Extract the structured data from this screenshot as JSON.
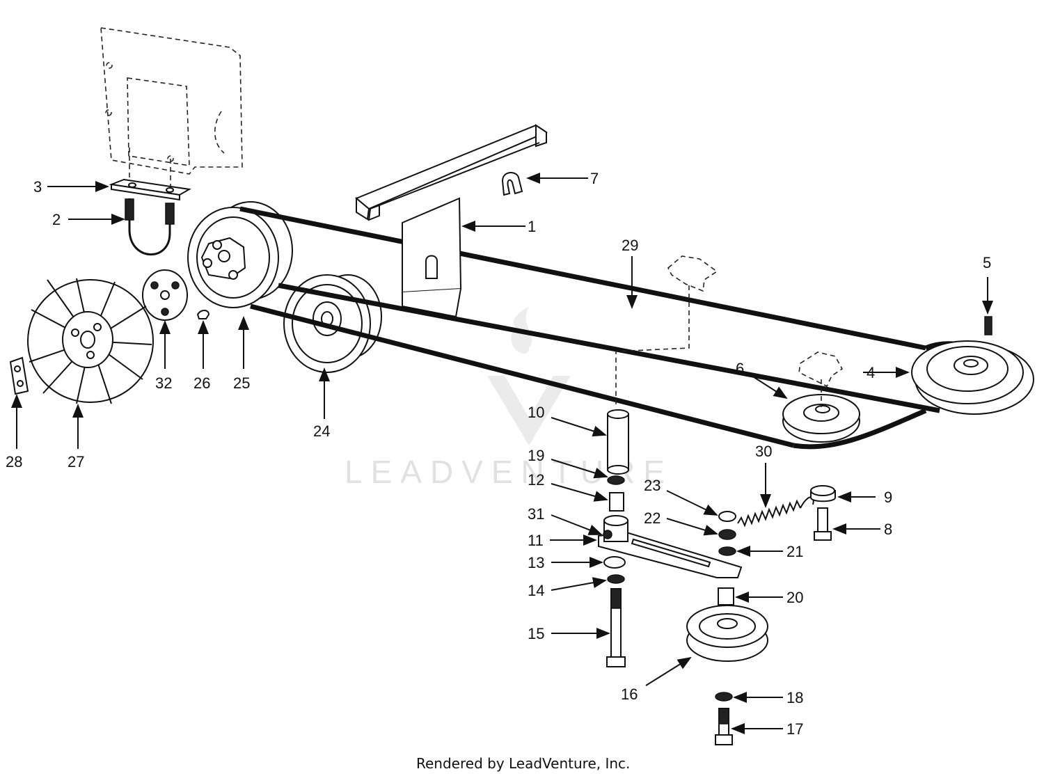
{
  "footer": "Rendered by LeadVenture, Inc.",
  "watermark": "LEADVENTURE",
  "callouts": [
    {
      "id": "c1",
      "num": "1"
    },
    {
      "id": "c2",
      "num": "2"
    },
    {
      "id": "c3",
      "num": "3"
    },
    {
      "id": "c4",
      "num": "4"
    },
    {
      "id": "c5",
      "num": "5"
    },
    {
      "id": "c6",
      "num": "6"
    },
    {
      "id": "c7",
      "num": "7"
    },
    {
      "id": "c8",
      "num": "8"
    },
    {
      "id": "c9",
      "num": "9"
    },
    {
      "id": "c10",
      "num": "10"
    },
    {
      "id": "c11",
      "num": "11"
    },
    {
      "id": "c12",
      "num": "12"
    },
    {
      "id": "c13",
      "num": "13"
    },
    {
      "id": "c14",
      "num": "14"
    },
    {
      "id": "c15",
      "num": "15"
    },
    {
      "id": "c16",
      "num": "16"
    },
    {
      "id": "c17",
      "num": "17"
    },
    {
      "id": "c18",
      "num": "18"
    },
    {
      "id": "c19",
      "num": "19"
    },
    {
      "id": "c20",
      "num": "20"
    },
    {
      "id": "c21",
      "num": "21"
    },
    {
      "id": "c22",
      "num": "22"
    },
    {
      "id": "c23",
      "num": "23"
    },
    {
      "id": "c24",
      "num": "24"
    },
    {
      "id": "c25",
      "num": "25"
    },
    {
      "id": "c26",
      "num": "26"
    },
    {
      "id": "c27",
      "num": "27"
    },
    {
      "id": "c28",
      "num": "28"
    },
    {
      "id": "c29",
      "num": "29"
    },
    {
      "id": "c30",
      "num": "30"
    },
    {
      "id": "c31",
      "num": "31"
    },
    {
      "id": "c32",
      "num": "32"
    }
  ]
}
